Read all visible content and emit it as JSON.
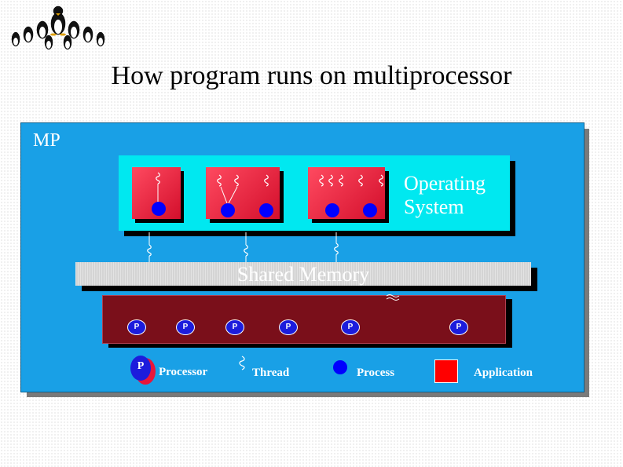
{
  "title": "How program runs on multiprocessor",
  "mp_label": "MP",
  "os_label_line1": "Operating",
  "os_label_line2": "System",
  "memory_label": "Shared Memory",
  "processor_chip_label": "P",
  "processor_count": 6,
  "legend": {
    "processor": "Processor",
    "thread": "Thread",
    "process": "Process",
    "application": "Application"
  },
  "colors": {
    "mp_background": "#19a0e6",
    "os_background": "#00e8f0",
    "application": "#e8163a",
    "process": "#0000ff",
    "cpu_board": "#7a0f1a",
    "memory": "#d4d4d4"
  }
}
